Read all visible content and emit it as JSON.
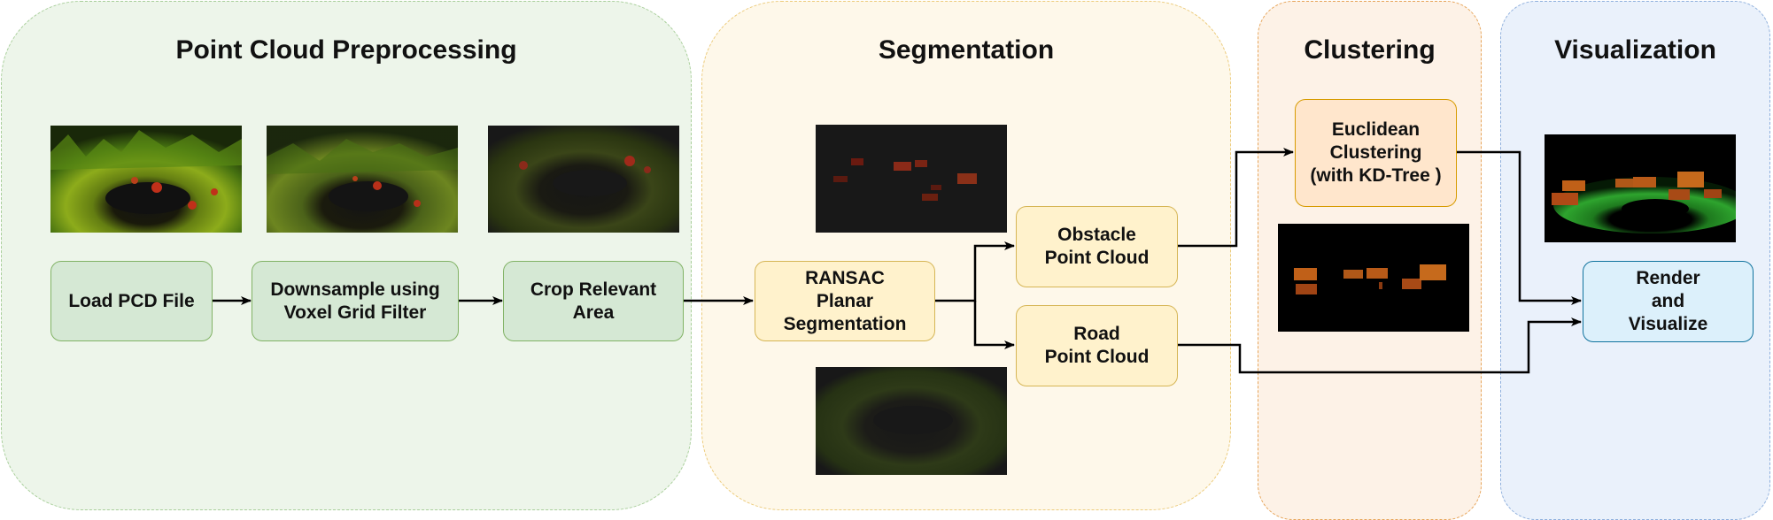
{
  "colors": {
    "green_fill": "#edf5ea",
    "green_border": "#a9cf9b",
    "yellow_fill": "#fef8ea",
    "yellow_border": "#eccb7b",
    "orange_fill": "#fdf2e7",
    "orange_border": "#e7a55a",
    "blue_fill": "#eaf1fb",
    "blue_border": "#8fb0dd",
    "node_green_fill": "#d5e8d4",
    "node_green_border": "#82b366",
    "node_yellow_fill": "#fff2cc",
    "node_yellow_border": "#d6b656",
    "node_orange_fill": "#ffe6cc",
    "node_orange_border": "#d79b00",
    "node_blue_fill": "#dcf0fb",
    "node_blue_border": "#10739e"
  },
  "panels": {
    "preprocessing": {
      "title": "Point Cloud Preprocessing"
    },
    "segmentation": {
      "title": "Segmentation"
    },
    "clustering": {
      "title": "Clustering"
    },
    "visualization": {
      "title": "Visualization"
    }
  },
  "nodes": {
    "load": "Load PCD File",
    "downsample": "Downsample using\nVoxel Grid Filter",
    "crop": "Crop Relevant\nArea",
    "ransac": "RANSAC\nPlanar\nSegmentation",
    "obstacle": "Obstacle\nPoint Cloud",
    "road": "Road\nPoint Cloud",
    "euclidean": "Euclidean\nClustering\n(with KD-Tree )",
    "render": "Render\nand\nVisualize"
  },
  "thumbnails": [
    {
      "name": "raw-cloud-image"
    },
    {
      "name": "downsampled-cloud-image"
    },
    {
      "name": "cropped-cloud-image"
    },
    {
      "name": "obstacle-cloud-image"
    },
    {
      "name": "road-cloud-image"
    },
    {
      "name": "clusters-image"
    },
    {
      "name": "rendered-scene-image"
    }
  ]
}
